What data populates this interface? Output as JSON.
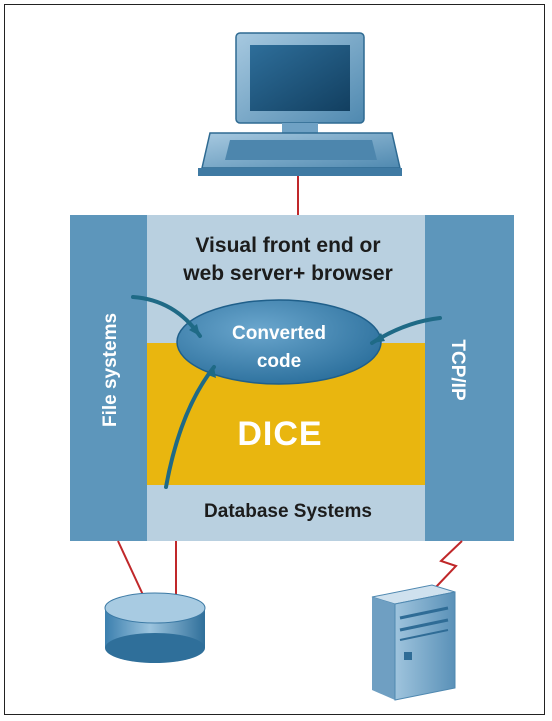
{
  "diagram": {
    "front_end_label": "Visual front end or\nweb server+ browser",
    "converted_code_label": "Converted\ncode",
    "dice_label": "DICE",
    "database_label": "Database Systems",
    "file_systems_label": "File systems",
    "tcpip_label": "TCP/IP"
  },
  "colors": {
    "frame_blue": "#5d96bb",
    "inner_light_blue": "#b9d0e0",
    "dice_yellow": "#e9b60f",
    "ellipse_blue": "#3f87b6",
    "link_red": "#c0282a",
    "arrow_teal": "#1f6a86"
  }
}
